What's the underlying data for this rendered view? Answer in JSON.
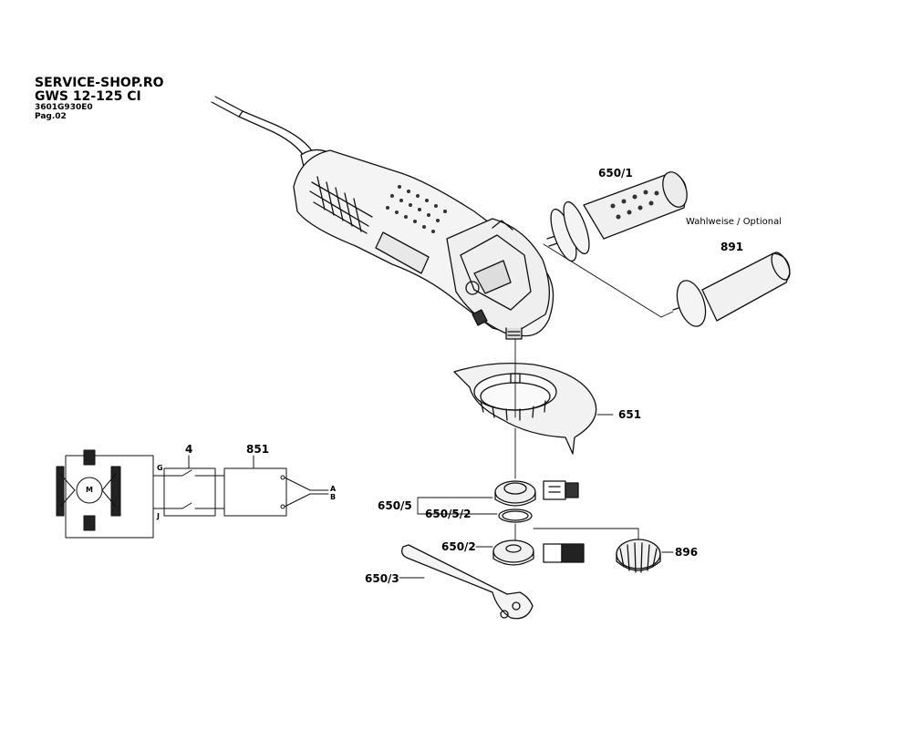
{
  "header": {
    "shop": "SERVICE-SHOP.RO",
    "model": "GWS 12-125 CI",
    "code": "3601G930E0",
    "page": "Pag.02"
  },
  "parts": {
    "p650_1": "650/1",
    "optional": "Wahlweise / Optional",
    "p891": "891",
    "p651": "651",
    "p650_5": "650/5",
    "p650_5_2": "650/5/2",
    "p650_2": "650/2",
    "p896": "896",
    "p650_3": "650/3",
    "p4": "4",
    "p851": "851"
  },
  "schematic": {
    "motor": "M",
    "wire_g": "G",
    "wire_j": "J",
    "wire_a": "A",
    "wire_b": "B"
  }
}
